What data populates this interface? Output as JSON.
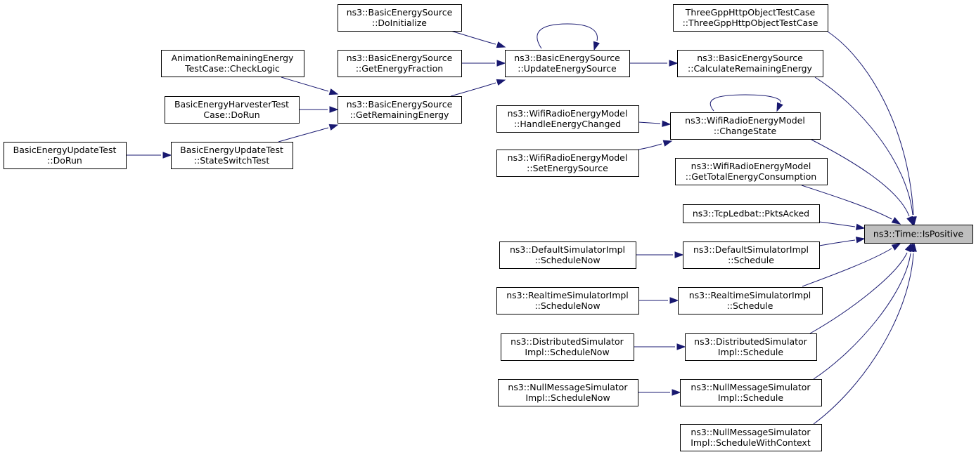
{
  "diagram": {
    "title": "",
    "colors": {
      "edge": "#191970",
      "node_border": "#000000",
      "node_fill": "#ffffff",
      "focus_fill": "#bfbfbf"
    },
    "nodes": [
      {
        "id": "is_positive",
        "lines": [
          "ns3::Time::IsPositive"
        ],
        "focus": true
      },
      {
        "id": "threegpp_ctor",
        "lines": [
          "ThreeGppHttpObjectTestCase",
          "::ThreeGppHttpObjectTestCase"
        ]
      },
      {
        "id": "calc_remaining",
        "lines": [
          "ns3::BasicEnergySource",
          "::CalculateRemainingEnergy"
        ]
      },
      {
        "id": "update_source",
        "lines": [
          "ns3::BasicEnergySource",
          "::UpdateEnergySource"
        ]
      },
      {
        "id": "do_initialize",
        "lines": [
          "ns3::BasicEnergySource",
          "::DoInitialize"
        ]
      },
      {
        "id": "get_fraction",
        "lines": [
          "ns3::BasicEnergySource",
          "::GetEnergyFraction"
        ]
      },
      {
        "id": "get_remaining",
        "lines": [
          "ns3::BasicEnergySource",
          "::GetRemainingEnergy"
        ]
      },
      {
        "id": "anim_check",
        "lines": [
          "AnimationRemainingEnergy",
          "TestCase::CheckLogic"
        ]
      },
      {
        "id": "harvester_run",
        "lines": [
          "BasicEnergyHarvesterTest",
          "Case::DoRun"
        ]
      },
      {
        "id": "state_switch",
        "lines": [
          "BasicEnergyUpdateTest",
          "::StateSwitchTest"
        ]
      },
      {
        "id": "update_test_run",
        "lines": [
          "BasicEnergyUpdateTest",
          "::DoRun"
        ]
      },
      {
        "id": "change_state",
        "lines": [
          "ns3::WifiRadioEnergyModel",
          "::ChangeState"
        ]
      },
      {
        "id": "handle_changed",
        "lines": [
          "ns3::WifiRadioEnergyModel",
          "::HandleEnergyChanged"
        ]
      },
      {
        "id": "set_source",
        "lines": [
          "ns3::WifiRadioEnergyModel",
          "::SetEnergySource"
        ]
      },
      {
        "id": "total_consumption",
        "lines": [
          "ns3::WifiRadioEnergyModel",
          "::GetTotalEnergyConsumption"
        ]
      },
      {
        "id": "pkts_acked",
        "lines": [
          "ns3::TcpLedbat::PktsAcked"
        ]
      },
      {
        "id": "default_schedule",
        "lines": [
          "ns3::DefaultSimulatorImpl",
          "::Schedule"
        ]
      },
      {
        "id": "default_now",
        "lines": [
          "ns3::DefaultSimulatorImpl",
          "::ScheduleNow"
        ]
      },
      {
        "id": "realtime_schedule",
        "lines": [
          "ns3::RealtimeSimulatorImpl",
          "::Schedule"
        ]
      },
      {
        "id": "realtime_now",
        "lines": [
          "ns3::RealtimeSimulatorImpl",
          "::ScheduleNow"
        ]
      },
      {
        "id": "distributed_schedule",
        "lines": [
          "ns3::DistributedSimulator",
          "Impl::Schedule"
        ]
      },
      {
        "id": "distributed_now",
        "lines": [
          "ns3::DistributedSimulator",
          "Impl::ScheduleNow"
        ]
      },
      {
        "id": "nullmsg_schedule",
        "lines": [
          "ns3::NullMessageSimulator",
          "Impl::Schedule"
        ]
      },
      {
        "id": "nullmsg_now",
        "lines": [
          "ns3::NullMessageSimulator",
          "Impl::ScheduleNow"
        ]
      },
      {
        "id": "nullmsg_context",
        "lines": [
          "ns3::NullMessageSimulator",
          "Impl::ScheduleWithContext"
        ]
      }
    ],
    "edges": [
      {
        "from": "threegpp_ctor",
        "to": "is_positive"
      },
      {
        "from": "calc_remaining",
        "to": "is_positive"
      },
      {
        "from": "change_state",
        "to": "is_positive"
      },
      {
        "from": "total_consumption",
        "to": "is_positive"
      },
      {
        "from": "pkts_acked",
        "to": "is_positive"
      },
      {
        "from": "default_schedule",
        "to": "is_positive"
      },
      {
        "from": "realtime_schedule",
        "to": "is_positive"
      },
      {
        "from": "distributed_schedule",
        "to": "is_positive"
      },
      {
        "from": "nullmsg_schedule",
        "to": "is_positive"
      },
      {
        "from": "nullmsg_context",
        "to": "is_positive"
      },
      {
        "from": "update_source",
        "to": "calc_remaining"
      },
      {
        "from": "do_initialize",
        "to": "update_source"
      },
      {
        "from": "get_fraction",
        "to": "update_source"
      },
      {
        "from": "get_remaining",
        "to": "update_source"
      },
      {
        "from": "update_source",
        "to": "update_source"
      },
      {
        "from": "anim_check",
        "to": "get_remaining"
      },
      {
        "from": "harvester_run",
        "to": "get_remaining"
      },
      {
        "from": "state_switch",
        "to": "get_remaining"
      },
      {
        "from": "update_test_run",
        "to": "state_switch"
      },
      {
        "from": "handle_changed",
        "to": "change_state"
      },
      {
        "from": "set_source",
        "to": "change_state"
      },
      {
        "from": "change_state",
        "to": "change_state"
      },
      {
        "from": "default_now",
        "to": "default_schedule"
      },
      {
        "from": "realtime_now",
        "to": "realtime_schedule"
      },
      {
        "from": "distributed_now",
        "to": "distributed_schedule"
      },
      {
        "from": "nullmsg_now",
        "to": "nullmsg_schedule"
      }
    ]
  }
}
